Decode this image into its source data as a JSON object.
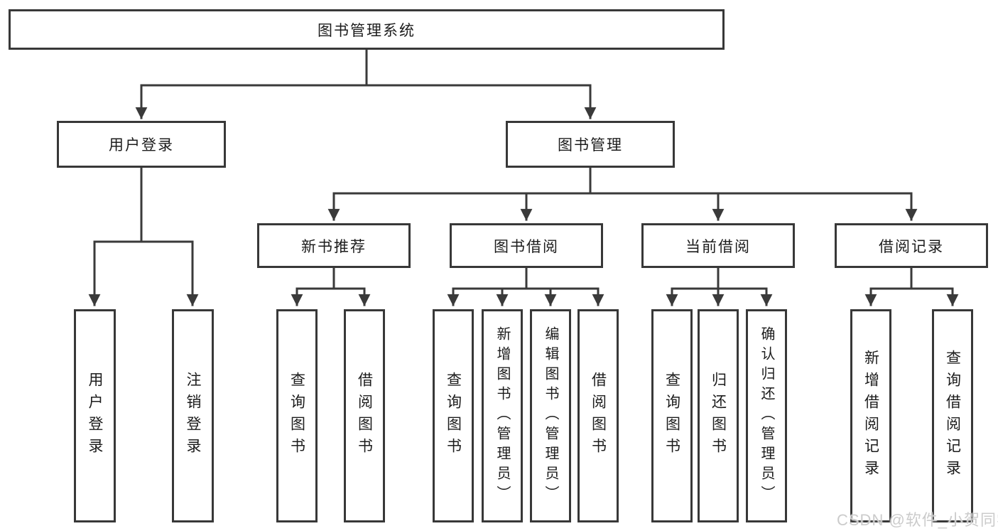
{
  "diagram": {
    "root": {
      "label": "图书管理系统"
    },
    "branches": {
      "user_login": {
        "label": "用户登录",
        "leaves": {
          "login": "用户登录",
          "logout": "注销登录"
        }
      },
      "book_mgmt": {
        "label": "图书管理",
        "sections": {
          "new_book": {
            "label": "新书推荐",
            "leaves": {
              "query": "查询图书",
              "borrow": "借阅图书"
            }
          },
          "book_borrow": {
            "label": "图书借阅",
            "leaves": {
              "query": "查询图书",
              "add": "新增图书（管理员）",
              "edit": "编辑图书（管理员）",
              "borrow": "借阅图书"
            }
          },
          "current_borrow": {
            "label": "当前借阅",
            "leaves": {
              "query": "查询图书",
              "return": "归还图书",
              "confirm": "确认归还（管理员）"
            }
          },
          "borrow_record": {
            "label": "借阅记录",
            "leaves": {
              "add": "新增借阅记录",
              "query": "查询借阅记录"
            }
          }
        }
      }
    }
  },
  "watermark": "CSDN @软件_小贺同学",
  "colors": {
    "line": "#3a3a3a",
    "box_border": "#383838",
    "box_fill": "#ffffff",
    "text": "#1c1c1c",
    "watermark": "#cbcbcb"
  }
}
